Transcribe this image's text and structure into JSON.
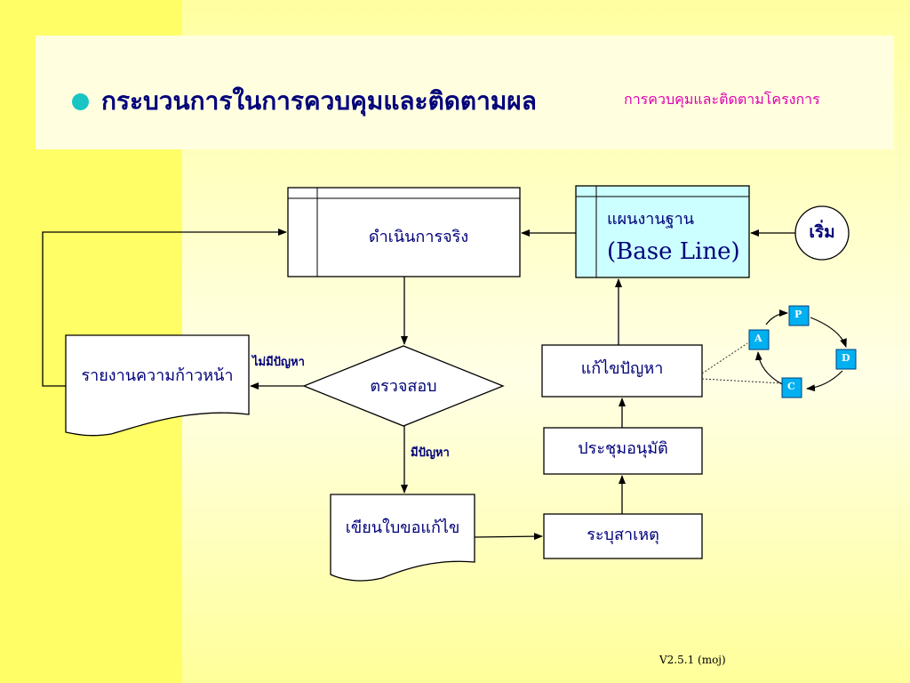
{
  "slide": {
    "title": "กระบวนการในการควบคุมและติดตามผล",
    "subtitle": "การควบคุมและติดตามโครงการ",
    "version": "V2.5.1 (moj)"
  },
  "nodes": {
    "actual_execution": "ดำเนินการจริง",
    "baseline_line1": "แผนงานฐาน",
    "baseline_line2": "(Base Line)",
    "start": "เริ่ม",
    "progress_report": "รายงานความก้าวหน้า",
    "inspect": "ตรวจสอบ",
    "solve_problem": "แก้ไขปัญหา",
    "meeting_approve": "ประชุมอนุมัติ",
    "write_request": "เขียนใบขอแก้ไข",
    "identify_cause": "ระบุสาเหตุ"
  },
  "edge_labels": {
    "no_problem": "ไม่มีปัญหา",
    "has_problem": "มีปัญหา"
  },
  "pdca": {
    "p": "P",
    "d": "D",
    "c": "C",
    "a": "A"
  },
  "colors": {
    "text": "#00007a",
    "title_bullet": "#19c4c4",
    "subtitle": "#e000b0",
    "baseline_fill": "#ccffff",
    "pdca_fill": "#00b0f0"
  }
}
